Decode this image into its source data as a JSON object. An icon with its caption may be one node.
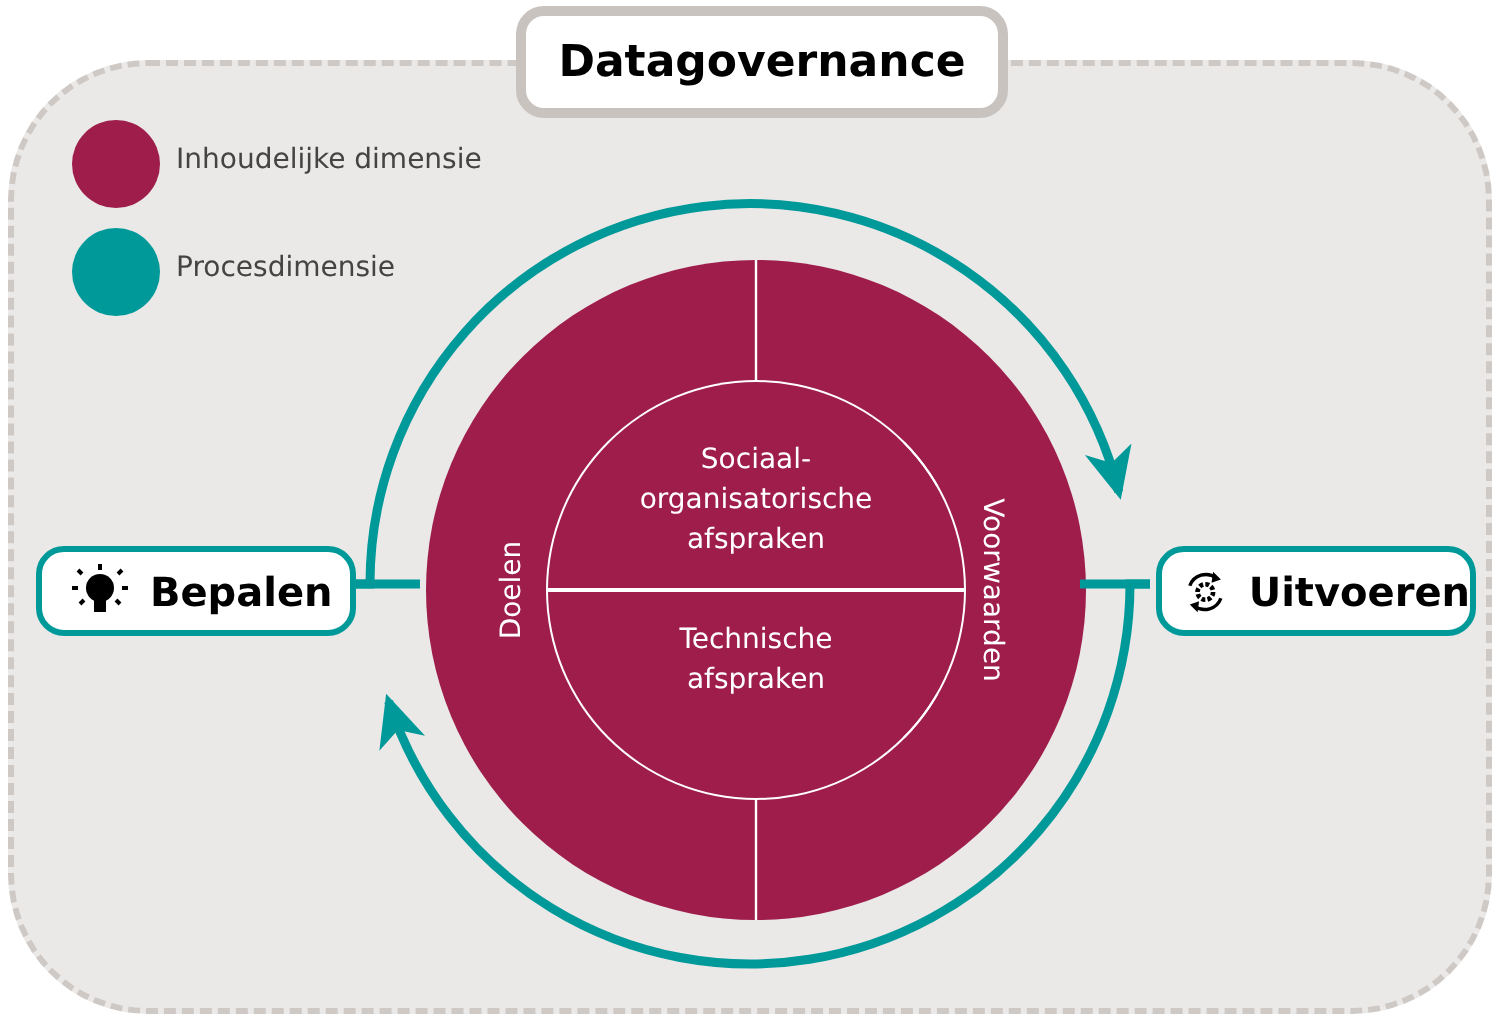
{
  "diagram": {
    "nodes": [
      {
        "text": [
          "Datagovernance"
        ]
      },
      {
        "text": [
          "Bepalen"
        ],
        "in": 0
      },
      {
        "text": [
          "Uitvoeren"
        ],
        "in": 0
      },
      {
        "text": [
          "Doelen",
          "Voorwaarden"
        ],
        "in": 0
      },
      {
        "text": [
          "Sociaal-organisatorische afspraken"
        ],
        "in": 3
      },
      {
        "text": [
          "Technische afspraken"
        ],
        "in": 3
      }
    ],
    "edges": [
      {
        "from": 1,
        "to": 3,
        "arrow": "none"
      },
      {
        "from": 3,
        "to": 2,
        "arrow": "none"
      },
      {
        "from": 1,
        "to": 2,
        "arrow": "to"
      },
      {
        "from": 2,
        "to": 1,
        "arrow": "to"
      }
    ],
    "legend": [
      {
        "text": "Inhoudelijke dimensie",
        "color": "#9e1d4b"
      },
      {
        "text": "Procesdimensie",
        "color": "#009999"
      }
    ]
  }
}
